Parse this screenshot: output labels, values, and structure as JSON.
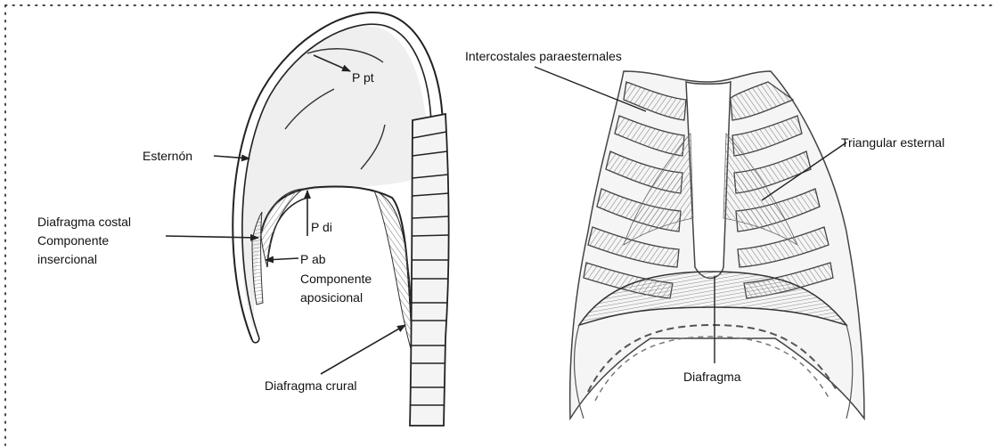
{
  "colors": {
    "ink": "#222222",
    "fill_light": "#eeeeee",
    "fill_muscle": "#cfcfcf",
    "frame_dots": "#444444"
  },
  "left_diagram": {
    "label_ppt": "P pt",
    "label_esternon": "Esternón",
    "label_pdi": "P di",
    "label_diafragma_costal": "Diafragma costal",
    "label_componente_inserc_1": "Componente",
    "label_componente_inserc_2": "insercional",
    "label_pab": "P ab",
    "label_componente_apos_1": "Componente",
    "label_componente_apos_2": "aposicional",
    "label_diafragma_crural": "Diafragma crural"
  },
  "right_diagram": {
    "label_intercostales": "Intercostales paraesternales",
    "label_triangular": "Triangular esternal",
    "label_diafragma": "Diafragma"
  }
}
